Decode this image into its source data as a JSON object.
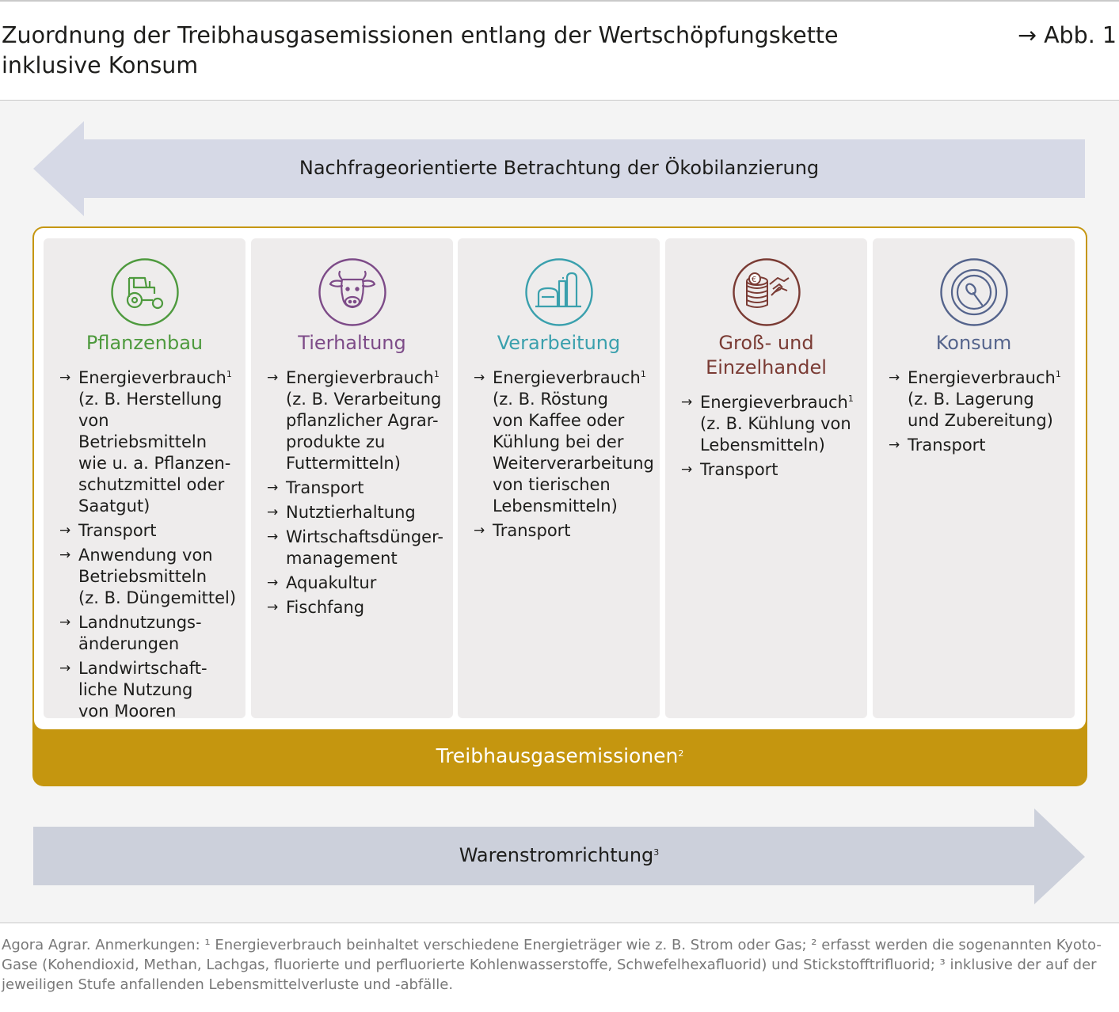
{
  "header": {
    "title_line1": "Zuordnung der Treibhausgasemissionen entlang der Wertschöpfungskette",
    "title_line2": "inklusive Konsum",
    "figure_ref": "→ Abb. 1"
  },
  "top_arrow": {
    "label": "Nachfrageorientierte Betrachtung der Ökobilanzierung",
    "direction": "left"
  },
  "emissions_bar": {
    "label": "Treibhausgasemissionen",
    "footnote": "2",
    "color": "#c5960f"
  },
  "bottom_arrow": {
    "label": "Warenstromrichtung",
    "footnote": "3",
    "direction": "right"
  },
  "stages": [
    {
      "icon": "tractor-icon",
      "color": "#4e9a3e",
      "title": "Pflanzenbau",
      "items": [
        {
          "text": "Energieverbrauch",
          "sup": "1",
          "lines": [
            "(z. B. Herstellung",
            "von Betriebsmitteln",
            "wie u. a. Pflanzen-",
            "schutzmittel oder",
            "Saatgut)"
          ]
        },
        {
          "text": "Transport"
        },
        {
          "text": "Anwendung von",
          "lines": [
            "Betriebsmitteln",
            "(z. B. Düngemittel)"
          ]
        },
        {
          "text": "Landnutzungs-",
          "lines": [
            "änderungen"
          ]
        },
        {
          "text": "Landwirtschaft-",
          "lines": [
            "liche Nutzung",
            "von Mooren"
          ]
        }
      ]
    },
    {
      "icon": "cow-icon",
      "color": "#7d4b88",
      "title": "Tierhaltung",
      "items": [
        {
          "text": "Energieverbrauch",
          "sup": "1",
          "lines": [
            "(z. B. Verarbeitung",
            "pflanzlicher Agrar-",
            "produkte zu",
            "Futtermitteln)"
          ]
        },
        {
          "text": "Transport"
        },
        {
          "text": "Nutztierhaltung"
        },
        {
          "text": "Wirtschaftsdünger-",
          "lines": [
            "management"
          ]
        },
        {
          "text": "Aquakultur"
        },
        {
          "text": "Fischfang"
        }
      ]
    },
    {
      "icon": "factory-silo-icon",
      "color": "#3aa0ad",
      "title": "Verarbeitung",
      "items": [
        {
          "text": "Energieverbrauch",
          "sup": "1",
          "lines": [
            "(z. B. Röstung",
            "von Kaffee oder",
            "Kühlung bei der",
            "Weiterverarbeitung",
            "von tierischen",
            "Lebensmitteln)"
          ]
        },
        {
          "text": "Transport"
        }
      ]
    },
    {
      "icon": "coins-handshake-icon",
      "color": "#7a3b34",
      "title_line1": "Groß- und",
      "title_line2": "Einzelhandel",
      "items": [
        {
          "text": "Energieverbrauch",
          "sup": "1",
          "lines": [
            "(z. B. Kühlung von",
            "Lebensmitteln)"
          ]
        },
        {
          "text": "Transport"
        }
      ]
    },
    {
      "icon": "plate-spoon-icon",
      "color": "#55648c",
      "title": "Konsum",
      "items": [
        {
          "text": "Energieverbrauch",
          "sup": "1",
          "lines": [
            "(z. B. Lagerung",
            "und Zubereitung)"
          ]
        },
        {
          "text": "Transport"
        }
      ]
    }
  ],
  "footnote": "Agora Agrar. Anmerkungen: ¹ Energieverbrauch beinhaltet verschiedene Energieträger wie z. B. Strom oder Gas; ² erfasst werden die sogenannten Kyoto-Gase (Kohendioxid, Methan, Lachgas, fluorierte und perfluorierte Kohlenwasserstoffe, Schwefelhexafluorid) und Stickstofftrifluorid; ³ inklusive der auf der jeweiligen Stufe anfallenden Lebensmittelverluste und -abfälle."
}
